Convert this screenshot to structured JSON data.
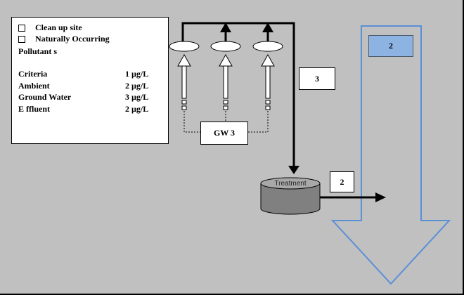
{
  "legend": {
    "checkbox_1": "Clean  up site",
    "checkbox_2": "Naturally  Occurring",
    "line_3": "Pollutant s",
    "rows": [
      {
        "label": "Criteria",
        "value": "1 µg/L"
      },
      {
        "label": "Ambient",
        "value": "2 µg/L"
      },
      {
        "label": "Ground  Water",
        "value": "3 µg/L"
      },
      {
        "label": "E ffluent",
        "value": "2 µg/L"
      }
    ]
  },
  "labels": {
    "pipe_label": "3",
    "gw_label": "GW 3",
    "outflow_label": "2",
    "tank_label": "Treatment",
    "big_arrow_label": "2"
  },
  "colors": {
    "background": "#c0c0c0",
    "big_arrow_outline": "#5b8fd6",
    "big_arrow_label_fill": "#8db3e2",
    "tank_fill": "#808080"
  }
}
